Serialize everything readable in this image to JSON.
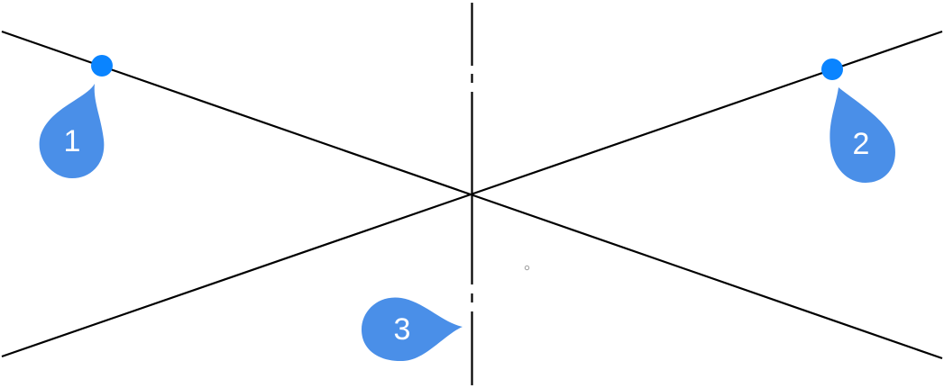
{
  "drawing": {
    "line_color": "#000000",
    "marker_color": "#0A84FF",
    "callout_color": "#4A8FE8",
    "centerline_style": "dash-dot",
    "callouts": [
      {
        "label": "1"
      },
      {
        "label": "2"
      },
      {
        "label": "3"
      }
    ]
  }
}
